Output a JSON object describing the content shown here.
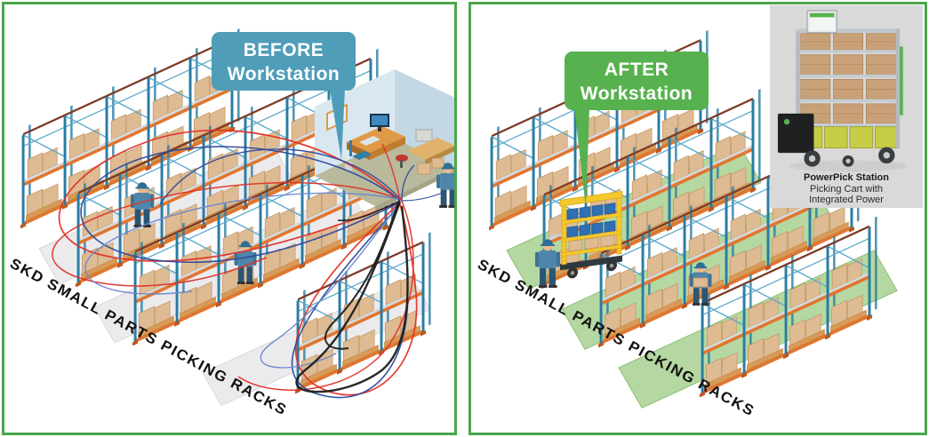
{
  "left_panel": {
    "callout": {
      "line1": "BEFORE",
      "line2": "Workstation",
      "color": "#4f9db8"
    },
    "floor_label": "SKD SMALL PARTS PICKING RACKS"
  },
  "right_panel": {
    "callout": {
      "line1": "AFTER",
      "line2": "Workstation",
      "color": "#57b14e"
    },
    "floor_label": "SKD SMALL PARTS PICKING RACKS",
    "inset_caption": {
      "title": "PowerPick Station",
      "line2": "Picking Cart with",
      "line3": "Integrated Power"
    }
  },
  "colors": {
    "frame_green": "#4aa64c",
    "before_callout": "#4f9db8",
    "after_callout": "#57b14e",
    "rack_blue": "#2a7ca3",
    "rack_blue_light": "#5aa9cc",
    "beam_orange": "#e2762f",
    "rail_maroon": "#7d3b27",
    "box_tan": "#debb93",
    "box_edge": "#c2945f",
    "pallet": "#d89a55",
    "deck_gray": "#d6dade",
    "aisle_gray": "#ebebed",
    "aisle_gray_edge": "#d8d8dc",
    "aisle_green": "#b5d8a2",
    "aisle_green_edge": "#8cc176",
    "path_red": "#e03227",
    "path_blue": "#2c4a9e",
    "path_blue_light": "#6d88cc",
    "path_black": "#1d1d1d",
    "cart_yellow": "#f3c92b",
    "bin_blue": "#2f6fb5",
    "tote_green": "#c6cc45",
    "inset_bg": "#d9d9d9",
    "floor_label_color": "#111111"
  }
}
